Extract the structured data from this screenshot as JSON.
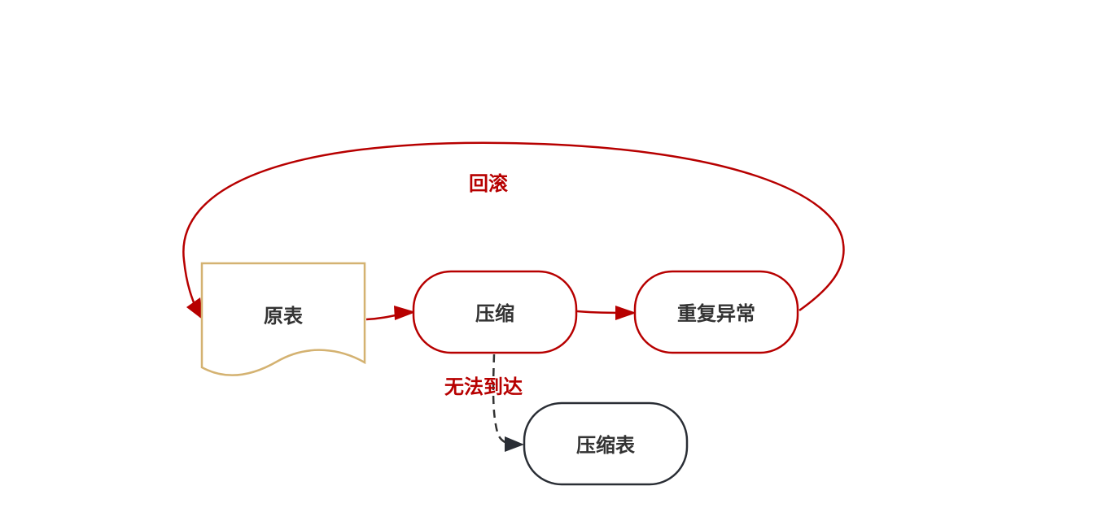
{
  "colors": {
    "accent_red": "#b70000",
    "document_border": "#d4b271",
    "dark_node_border": "#2a2e35",
    "dashed_edge": "#333333",
    "node_text": "#333333",
    "background": "#ffffff"
  },
  "nodes": {
    "source_table": {
      "label": "原表",
      "shape": "document"
    },
    "compress": {
      "label": "压缩",
      "shape": "rounded-rect"
    },
    "repeat_exception": {
      "label": "重复异常",
      "shape": "rounded-rect"
    },
    "compressed_table": {
      "label": "压缩表",
      "shape": "rounded-rect"
    }
  },
  "edges": {
    "rollback": {
      "label": "回滚",
      "from": "repeat_exception",
      "to": "source_table",
      "style": "solid"
    },
    "source_to_compress": {
      "label": "",
      "from": "source_table",
      "to": "compress",
      "style": "solid"
    },
    "compress_to_exception": {
      "label": "",
      "from": "compress",
      "to": "repeat_exception",
      "style": "solid"
    },
    "unreachable": {
      "label": "无法到达",
      "from": "compress",
      "to": "compressed_table",
      "style": "dashed"
    }
  }
}
